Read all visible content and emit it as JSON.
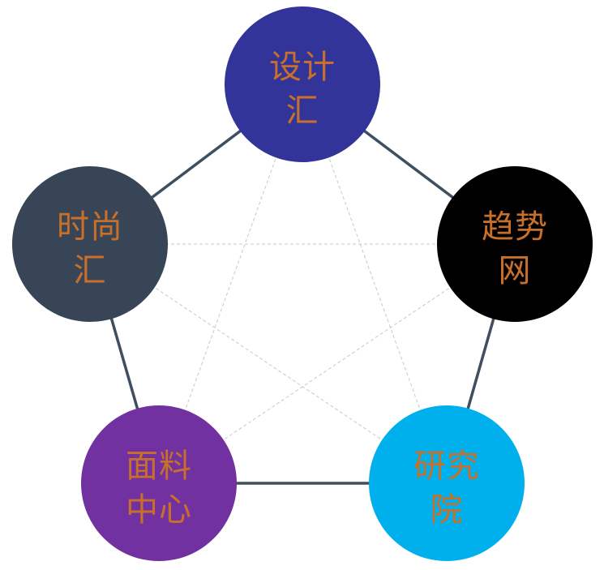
{
  "diagram": {
    "type": "pentagon-network",
    "colors": {
      "outline_edge": "#3f4f5f",
      "inner_edge": "#c8c8c8",
      "label_text": "#c8702a"
    },
    "nodes": [
      {
        "id": "design",
        "line1": "设计",
        "line2": "汇",
        "fill": "#33349a"
      },
      {
        "id": "trend",
        "line1": "趋势",
        "line2": "网",
        "fill": "#000000"
      },
      {
        "id": "research",
        "line1": "研究",
        "line2": "院",
        "fill": "#00b0ec"
      },
      {
        "id": "fabric",
        "line1": "面料",
        "line2": "中心",
        "fill": "#7231a0"
      },
      {
        "id": "fashion",
        "line1": "时尚",
        "line2": "汇",
        "fill": "#384556"
      }
    ],
    "outline_edges": [
      [
        "design",
        "trend"
      ],
      [
        "trend",
        "research"
      ],
      [
        "research",
        "fabric"
      ],
      [
        "fabric",
        "fashion"
      ],
      [
        "fashion",
        "design"
      ]
    ],
    "inner_edges": [
      [
        "design",
        "research"
      ],
      [
        "design",
        "fabric"
      ],
      [
        "trend",
        "fashion"
      ],
      [
        "trend",
        "fabric"
      ],
      [
        "fashion",
        "research"
      ]
    ]
  }
}
